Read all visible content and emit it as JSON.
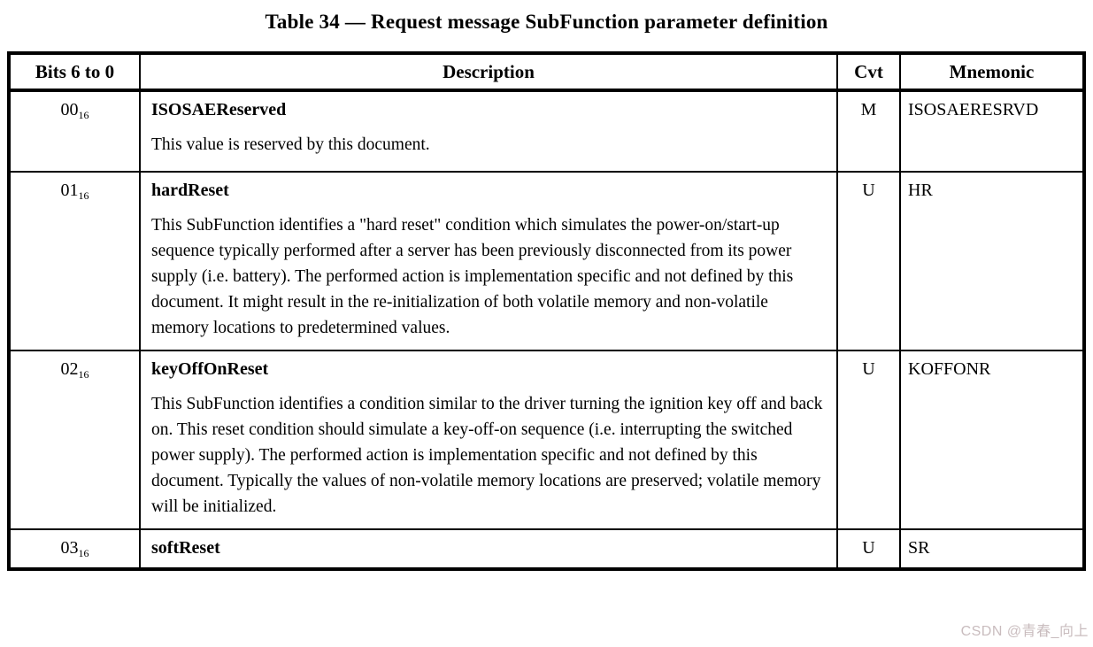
{
  "title": "Table 34 — Request message SubFunction parameter definition",
  "table": {
    "headers": [
      "Bits 6 to 0",
      "Description",
      "Cvt",
      "Mnemonic"
    ],
    "rows": [
      {
        "bits": "00",
        "bits_sub": "16",
        "name": "ISOSAEReserved",
        "description": "This value is reserved by this document.",
        "cvt": "M",
        "mnemonic": "ISOSAERESRVD"
      },
      {
        "bits": "01",
        "bits_sub": "16",
        "name": "hardReset",
        "description": "This SubFunction identifies a \"hard reset\" condition which simulates the power-on/start-up sequence typically performed after a server has been previously disconnected from its power supply (i.e. battery). The performed action is implementation specific and not defined by this document. It might result in the re-initialization of both volatile memory and non-volatile memory locations to predetermined values.",
        "cvt": "U",
        "mnemonic": "HR"
      },
      {
        "bits": "02",
        "bits_sub": "16",
        "name": "keyOffOnReset",
        "description": "This SubFunction identifies a condition similar to the driver turning the ignition key off and back on. This reset condition should simulate a key-off-on sequence (i.e. interrupting the switched power supply). The performed action is implementation specific and not defined by this document. Typically the values of non-volatile memory locations are preserved; volatile memory will be initialized.",
        "cvt": "U",
        "mnemonic": "KOFFONR"
      },
      {
        "bits": "03",
        "bits_sub": "16",
        "name": "softReset",
        "description": "",
        "cvt": "U",
        "mnemonic": "SR"
      }
    ]
  },
  "watermark": "CSDN @青春_向上"
}
